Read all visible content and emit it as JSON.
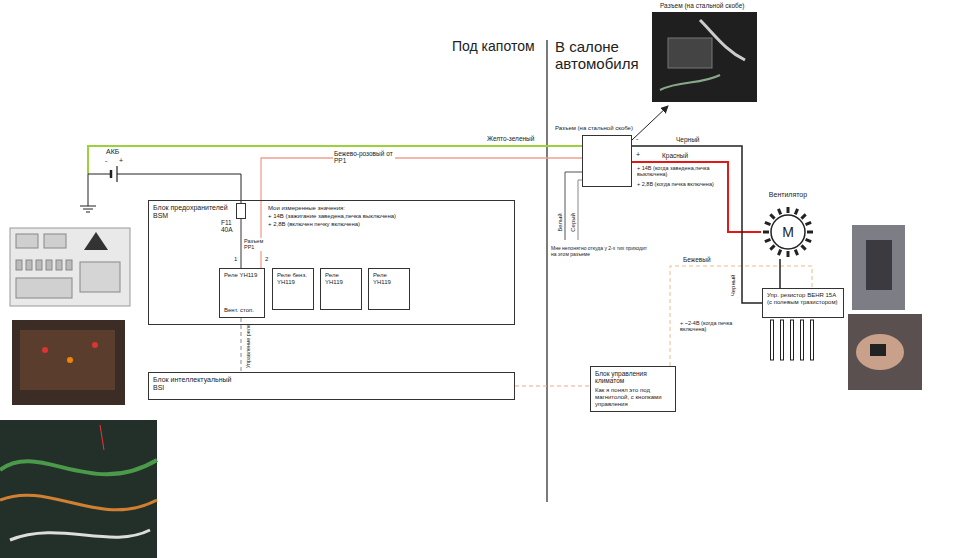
{
  "diagram": {
    "nodes": [
      {
        "text": [
          "Блок предохранителей BSM"
        ]
      },
      {
        "text": [
          "F11 40A"
        ],
        "in": 0
      },
      {
        "text": [
          "Реле YH119",
          "Вент. стоп."
        ],
        "in": 0
      },
      {
        "text": [
          "Реле бенз. YH119"
        ],
        "in": 0
      },
      {
        "text": [
          "Реле YH119"
        ],
        "in": 0
      },
      {
        "text": [
          "Реле YH119"
        ],
        "in": 0
      },
      {
        "text": [
          "Блок интеллектуальный BSI"
        ]
      },
      {
        "text": [
          "Блок управления климатом",
          "Как я понял это под магнитолой, с кнопками управления"
        ]
      },
      {
        "text": [
          "Разъем (на стальной скобе)"
        ]
      },
      {
        "text": [
          "Вентилятор",
          "M"
        ]
      },
      {
        "text": [
          "Упр. резистор BEHR 15A (с полевым тразистором)"
        ]
      }
    ],
    "edges": [
      {
        "from": 1,
        "to": 2,
        "arrow": "none"
      },
      {
        "from": 2,
        "to": 8,
        "label": "Бежево-розовый от PP1",
        "arrow": "none"
      },
      {
        "from": 2,
        "to": 6,
        "label": "Управление реле",
        "arrow": "none"
      },
      {
        "from": 6,
        "to": 7,
        "arrow": "none"
      },
      {
        "from": 7,
        "to": 10,
        "label": "Бежевый",
        "arrow": "none"
      },
      {
        "from": 8,
        "to": 9,
        "label": "Красный",
        "arrow": "none"
      },
      {
        "from": 8,
        "to": 10,
        "label": "Черный",
        "arrow": "none"
      },
      {
        "from": 9,
        "to": 10,
        "arrow": "none"
      }
    ],
    "labels": [
      "Под капотом",
      "В салоне автомобиля",
      "Разъем (на стальной скобе)",
      "Желто-зеленый",
      "АКБ",
      "-",
      "+",
      "Мои измеренные значения:",
      "+ 14В (зажигание заведена,печка выключена)",
      "+ 2,8В (включен печку включена)",
      "Разъем PP1",
      "1",
      "2",
      "-",
      "+",
      "+ 14В (когда заведена,печка выключена)",
      "+ 2,8В (когда печка включена)",
      "Белый",
      "Серый",
      "Мне непонятно откуда у 2-х тих приходит на этом разъеме",
      "Черный",
      "+ ~2-4В (когда печка включена)"
    ]
  }
}
